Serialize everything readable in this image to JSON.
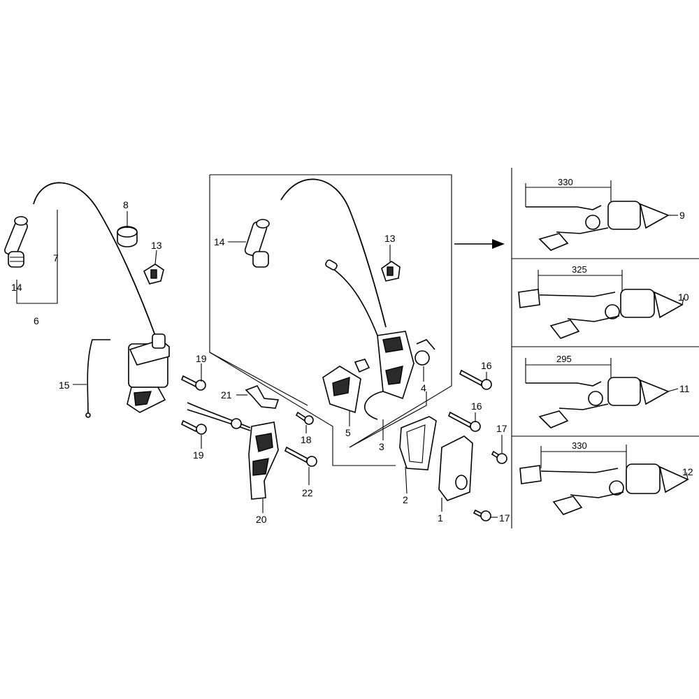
{
  "callouts": {
    "p1": "1",
    "p2": "2",
    "p3": "3",
    "p4": "4",
    "p5": "5",
    "p6": "6",
    "p7": "7",
    "p8": "8",
    "p9": "9",
    "p10": "10",
    "p11": "11",
    "p12": "12",
    "p13_left": "13",
    "p13_center": "13",
    "p14_left": "14",
    "p14_center": "14",
    "p15": "15",
    "p16_a": "16",
    "p16_b": "16",
    "p17_a": "17",
    "p17_b": "17",
    "p18": "18",
    "p19_a": "19",
    "p19_b": "19",
    "p20": "20",
    "p21": "21",
    "p22": "22"
  },
  "variants": [
    {
      "dimension": "330",
      "part": "9"
    },
    {
      "dimension": "325",
      "part": "10"
    },
    {
      "dimension": "295",
      "part": "11"
    },
    {
      "dimension": "330",
      "part": "12"
    }
  ]
}
